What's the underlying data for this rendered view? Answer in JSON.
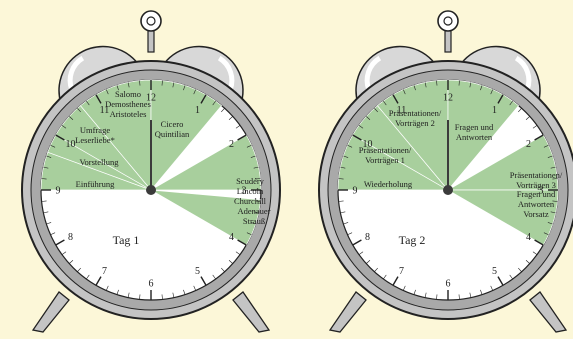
{
  "colors": {
    "background": "#fcf7d8",
    "bell": "#d8d8d8",
    "metal": "#c4c4c4",
    "ring": "#a9a9a9",
    "face": "#ffffff",
    "segment": "#a8cf9d",
    "hand": "#3b3b3b",
    "outline": "#222222"
  },
  "clocks": [
    {
      "name": "clock-day-1",
      "day_label": "Tag 1",
      "numbers": [
        "12",
        "1",
        "2",
        "3",
        "4",
        "5",
        "6",
        "7",
        "8",
        "9",
        "10",
        "11"
      ],
      "segments": [
        {
          "text": [
            "Einführung"
          ],
          "from": 9,
          "to": 9.67
        },
        {
          "text": [
            "Vorstellung"
          ],
          "from": 9.67,
          "to": 10
        },
        {
          "text": [
            "Umfrage",
            "Leserliebe*"
          ],
          "from": 10,
          "to": 10.67
        },
        {
          "text": [
            "Salomo",
            "Demosthenes",
            "Aristoteles"
          ],
          "from": 10.67,
          "to": 12
        },
        {
          "text": [
            "Cicero",
            "Quintilian"
          ],
          "from": 12,
          "to": 1.33
        },
        {
          "text": [
            "Scudéry",
            "Lincoln",
            "Churchill"
          ],
          "from": 2,
          "to": 3
        },
        {
          "text": [
            "Adenauer",
            "Strauß"
          ],
          "from": 3.17,
          "to": 4
        }
      ]
    },
    {
      "name": "clock-day-2",
      "day_label": "Tag 2",
      "numbers": [
        "12",
        "1",
        "2",
        "3",
        "4",
        "5",
        "6",
        "7",
        "8",
        "9",
        "10",
        "11"
      ],
      "segments": [
        {
          "text": [
            "Wiederholung"
          ],
          "from": 9,
          "to": 10
        },
        {
          "text": [
            "Präsentationen/",
            "Vorträgen 1"
          ],
          "from": 10,
          "to": 10.67
        },
        {
          "text": [
            "Präsentationen/",
            "Vorträgen 2"
          ],
          "from": 10.67,
          "to": 12
        },
        {
          "text": [
            "Fragen und",
            "Antworten"
          ],
          "from": 12,
          "to": 1.33
        },
        {
          "text": [
            "Präsentationen/",
            "Vorträgen 3"
          ],
          "from": 2,
          "to": 3
        },
        {
          "text": [
            "Fragen und",
            "Antworten",
            "Vorsatz"
          ],
          "from": 3,
          "to": 4
        }
      ]
    }
  ]
}
